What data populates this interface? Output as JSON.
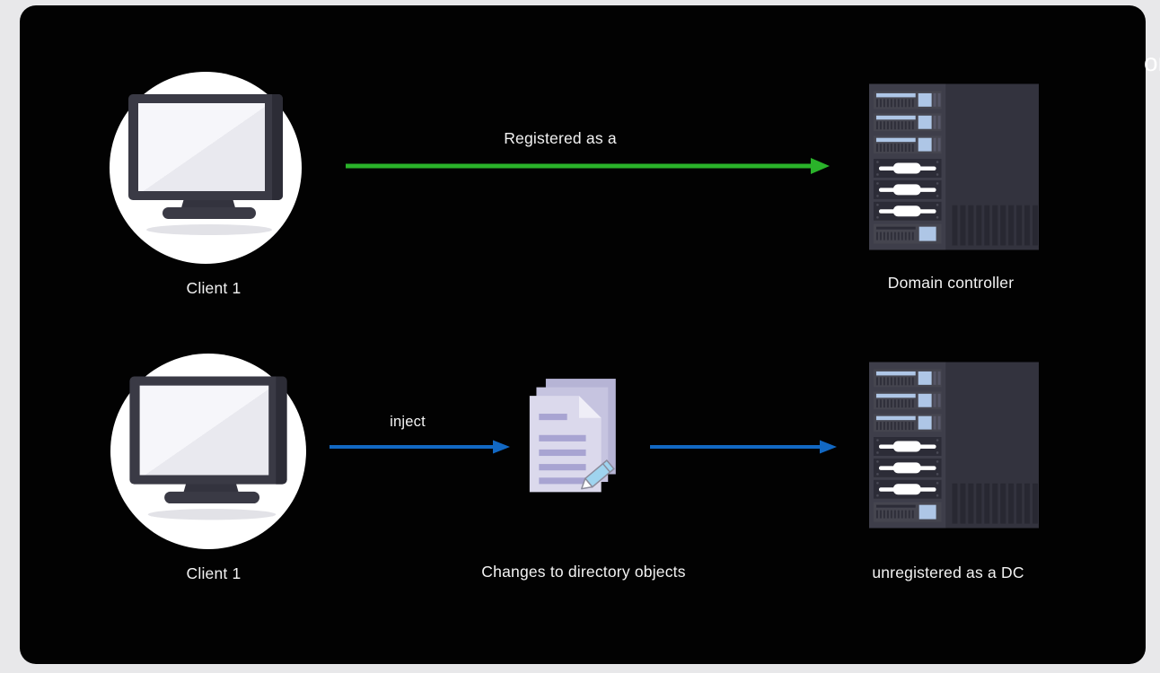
{
  "canvas": {
    "edge_fragment": "or"
  },
  "top_flow": {
    "client_label": "Client 1",
    "arrow_label": "Registered as a",
    "server_label": "Domain controller"
  },
  "bottom_flow": {
    "client_label": "Client 1",
    "inject_label": "inject",
    "document_label": "Changes to directory objects",
    "server_label": "unregistered as a DC"
  },
  "colors": {
    "page_background": "#e8e8ea",
    "panel_background": "#020202",
    "label_text": "#f3f3f3",
    "arrow_green": "#2ab32a",
    "arrow_blue": "#1268c3",
    "server_accent_blue": "#aec6e6",
    "document_purple": "#c6c4e0",
    "pencil_blue": "#9fd4ef"
  }
}
